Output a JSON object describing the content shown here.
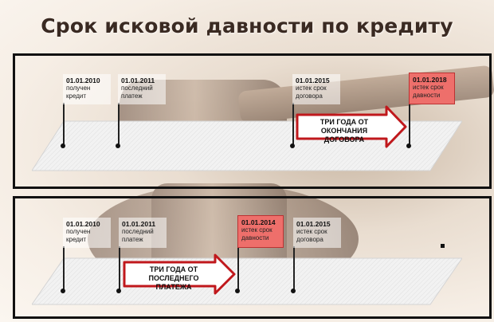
{
  "title": "Срок исковой давности по кредиту",
  "panel_1": {
    "events": [
      {
        "date": "01.01.2010",
        "desc": "получен кредит",
        "highlight": false
      },
      {
        "date": "01.01.2011",
        "desc": "последний платеж",
        "highlight": false
      },
      {
        "date": "01.01.2015",
        "desc": "истек срок договора",
        "highlight": false
      },
      {
        "date": "01.01.2018",
        "desc": "истек срок давности",
        "highlight": true
      }
    ],
    "arrow_text": "ТРИ ГОДА ОТ ОКОНЧАНИЯ ДОГОВОРА"
  },
  "panel_2": {
    "events": [
      {
        "date": "01.01.2010",
        "desc": "получен кредит",
        "highlight": false
      },
      {
        "date": "01.01.2011",
        "desc": "последний платеж",
        "highlight": false
      },
      {
        "date": "01.01.2014",
        "desc": "истек срок давности",
        "highlight": true
      },
      {
        "date": "01.01.2015",
        "desc": "истек срок договора",
        "highlight": false
      }
    ],
    "arrow_text": "ТРИ ГОДА ОТ ПОСЛЕДНЕГО ПЛАТЕЖА"
  },
  "colors": {
    "highlight": "#ee6f6b",
    "arrow_red": "#c0181c",
    "frame": "#111111"
  }
}
